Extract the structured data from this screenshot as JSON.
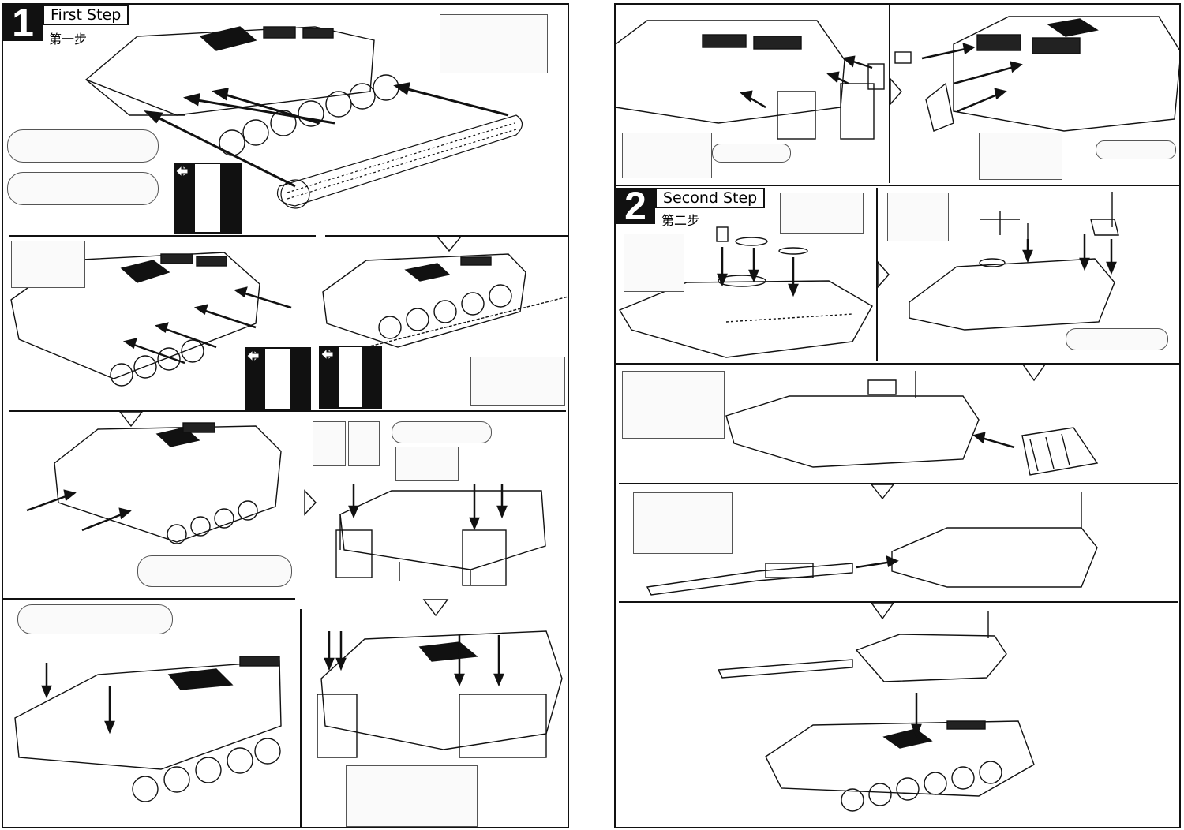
{
  "step1": {
    "number": "1",
    "title": "First Step",
    "subtitle": "第一步"
  },
  "step2": {
    "number": "2",
    "title": "Second Step",
    "subtitle": "第二步"
  },
  "colors": {
    "ink": "#111111",
    "paper": "#ffffff",
    "sprue": "#555555"
  },
  "icons": [
    "arrow-right-icon",
    "arrow-left-icon",
    "direction-flag-icon",
    "assembly-arrow-icon"
  ]
}
